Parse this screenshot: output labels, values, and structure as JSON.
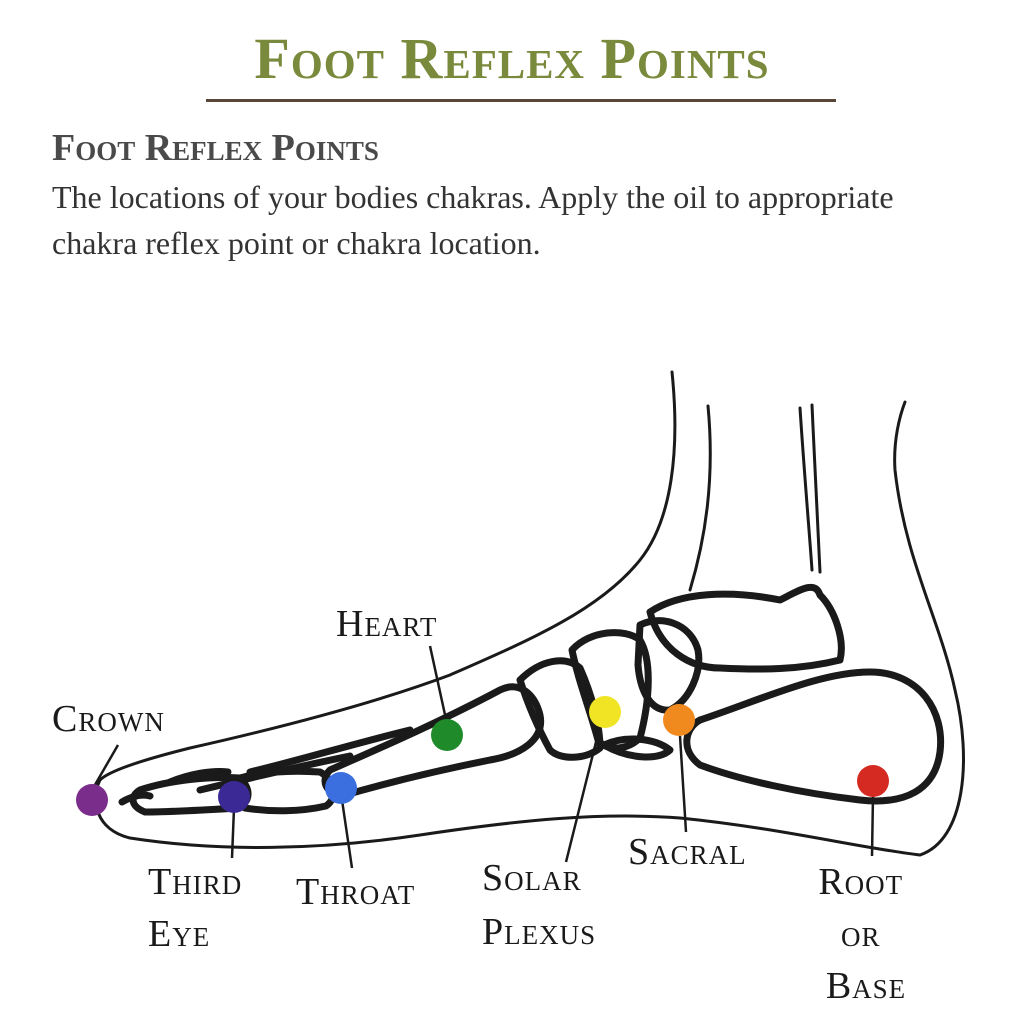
{
  "header": {
    "title": "Foot Reflex Points",
    "subtitle": "Foot Reflex Points",
    "description": "The locations of your bodies chakras. Apply the oil to appropriate chakra reflex point or chakra location."
  },
  "chakras": [
    {
      "id": "crown",
      "lines": [
        "Crown"
      ],
      "color": "#7b2d8b"
    },
    {
      "id": "third-eye",
      "lines": [
        "Third",
        "Eye"
      ],
      "color": "#3b2a96"
    },
    {
      "id": "throat",
      "lines": [
        "Throat"
      ],
      "color": "#3b6fe0"
    },
    {
      "id": "heart",
      "lines": [
        "Heart"
      ],
      "color": "#1f8a2a"
    },
    {
      "id": "solar-plexus",
      "lines": [
        "Solar",
        "Plexus"
      ],
      "color": "#f0e424"
    },
    {
      "id": "sacral",
      "lines": [
        "Sacral"
      ],
      "color": "#f08a1e"
    },
    {
      "id": "root",
      "lines": [
        "Root",
        "or",
        "Base"
      ],
      "color": "#d42a22"
    }
  ],
  "colors": {
    "title": "#7a8a3c",
    "rule": "#5a4636",
    "outline": "#1a1a1a"
  }
}
